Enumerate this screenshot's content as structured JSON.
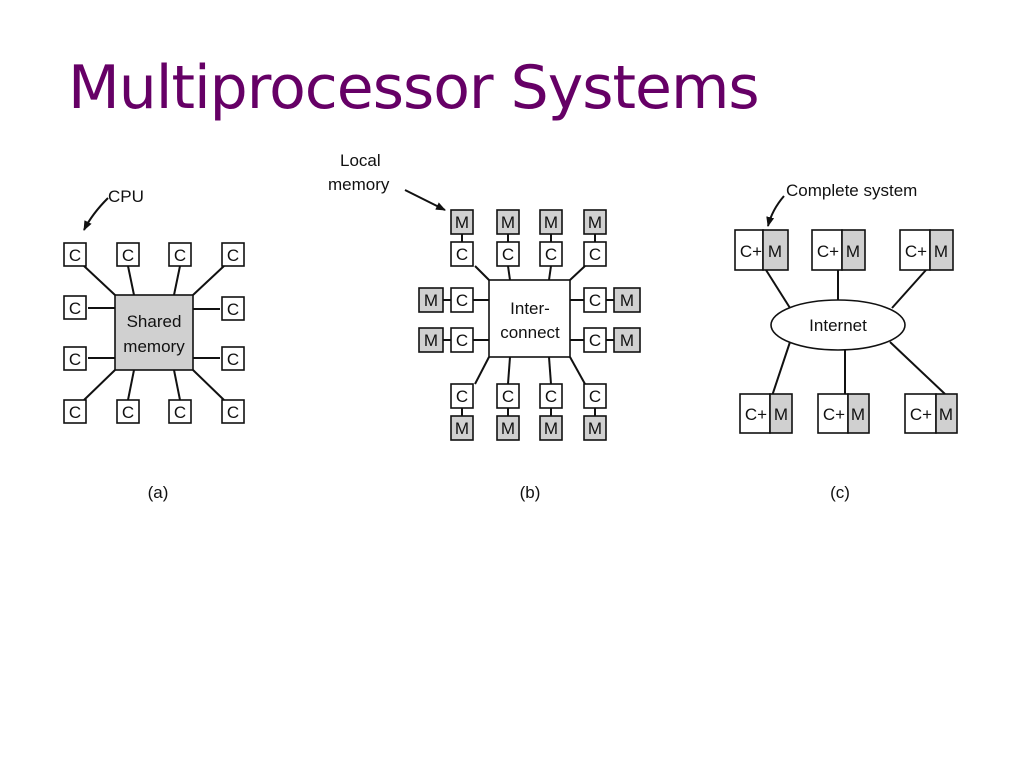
{
  "slide": {
    "title": "Multiprocessor Systems"
  },
  "diagrams": {
    "a": {
      "caption": "(a)",
      "pointer_label": "CPU",
      "cpu_label": "C",
      "shared_memory_lines": [
        "Shared",
        "memory"
      ]
    },
    "b": {
      "caption": "(b)",
      "pointer_label_lines": [
        "Local",
        "memory"
      ],
      "cpu_label": "C",
      "memory_label": "M",
      "interconnect_lines": [
        "Inter-",
        "connect"
      ]
    },
    "c": {
      "caption": "(c)",
      "pointer_label": "Complete system",
      "node_cpu_label": "C+",
      "node_memory_label": "M",
      "network_label": "Internet"
    }
  },
  "colors": {
    "title": "#660066",
    "memory_fill": "#d0d0d0",
    "line": "#111111"
  }
}
